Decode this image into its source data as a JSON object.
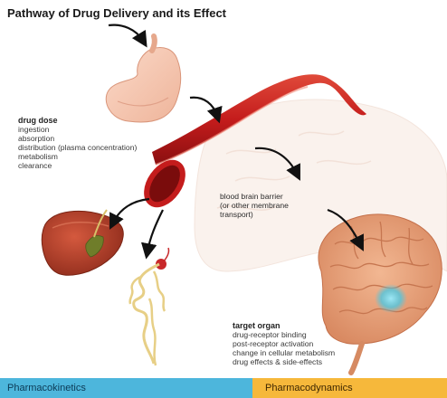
{
  "title": "Pathway of Drug Delivery and its Effect",
  "drug_dose": {
    "heading": "drug dose",
    "lines": [
      "ingestion",
      "absorption",
      "distribution (plasma concentration)",
      "metabolism",
      "clearance"
    ]
  },
  "bbb": {
    "lines": [
      "blood brain barrier",
      "(or other membrane",
      "transport)"
    ]
  },
  "target_organ": {
    "heading": "target organ",
    "lines": [
      "drug-receptor binding",
      "post-receptor activation",
      "change in cellular metabolism",
      "drug effects & side-effects"
    ]
  },
  "footer": {
    "pharmacokinetics": "Pharmacokinetics",
    "pharmacodynamics": "Pharmacodynamics"
  },
  "colors": {
    "pharmacokinetics_bar": "#4db6dc",
    "pharmacodynamics_bar": "#f6b83b",
    "blood_vessel": "#c62020",
    "brain": "#e8a27d",
    "target_glow": "#4fc6e0",
    "liver": "#b8402a",
    "kidney_nephron": "#e7cf86"
  },
  "icons": [
    "stomach-icon",
    "blood-vessel-icon",
    "brain-icon",
    "liver-icon",
    "kidney-nephron-icon",
    "flow-arrow-icon"
  ]
}
